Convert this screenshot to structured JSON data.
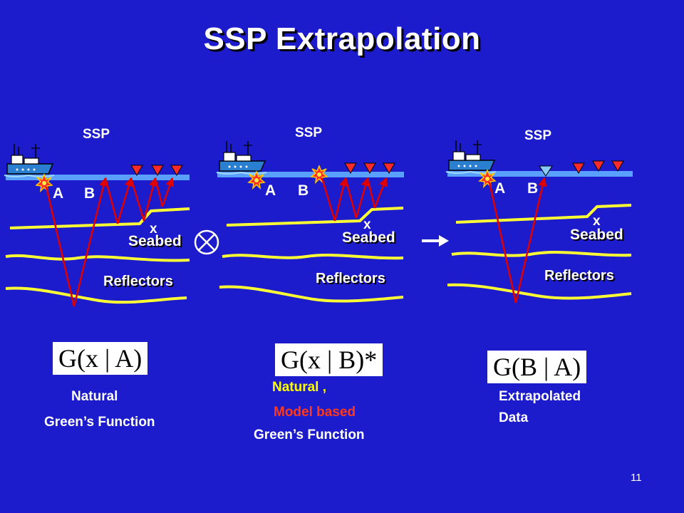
{
  "title": "SSP Extrapolation",
  "panels": [
    {
      "ssp": "SSP",
      "a": "A",
      "b": "B",
      "x": "x",
      "seabed": "Seabed",
      "reflectors": "Reflectors",
      "formula": "G(x | A)",
      "captions": [
        "Natural",
        "Green’s Function"
      ]
    },
    {
      "ssp": "SSP",
      "a": "A",
      "b": "B",
      "x": "x",
      "seabed": "Seabed",
      "reflectors": "Reflectors",
      "formula": "G(x | B)*",
      "captions": [
        "Natural ,",
        "Model based",
        "Green’s Function"
      ]
    },
    {
      "ssp": "SSP",
      "a": "A",
      "b": "B",
      "x": "x",
      "seabed": "Seabed",
      "reflectors": "Reflectors",
      "formula": "G(B | A)",
      "captions": [
        "Extrapolated",
        "Data"
      ]
    }
  ],
  "operators": {
    "convolution": "⊗",
    "arrow": "→"
  },
  "page_number": "11",
  "colors": {
    "background": "#1c1ccc",
    "sea_surface": "#5aa0ff",
    "layer": "#ffff33",
    "ray": "#e00000",
    "receiver": "#ff2a2a",
    "virtual_receiver": "#88ccff",
    "caption_yellow": "#ffff00",
    "caption_red": "#ff3a1a"
  },
  "icons": [
    "ship-icon",
    "source-burst-icon",
    "receiver-triangle-icon",
    "convolution-symbol-icon",
    "right-arrow-icon"
  ]
}
